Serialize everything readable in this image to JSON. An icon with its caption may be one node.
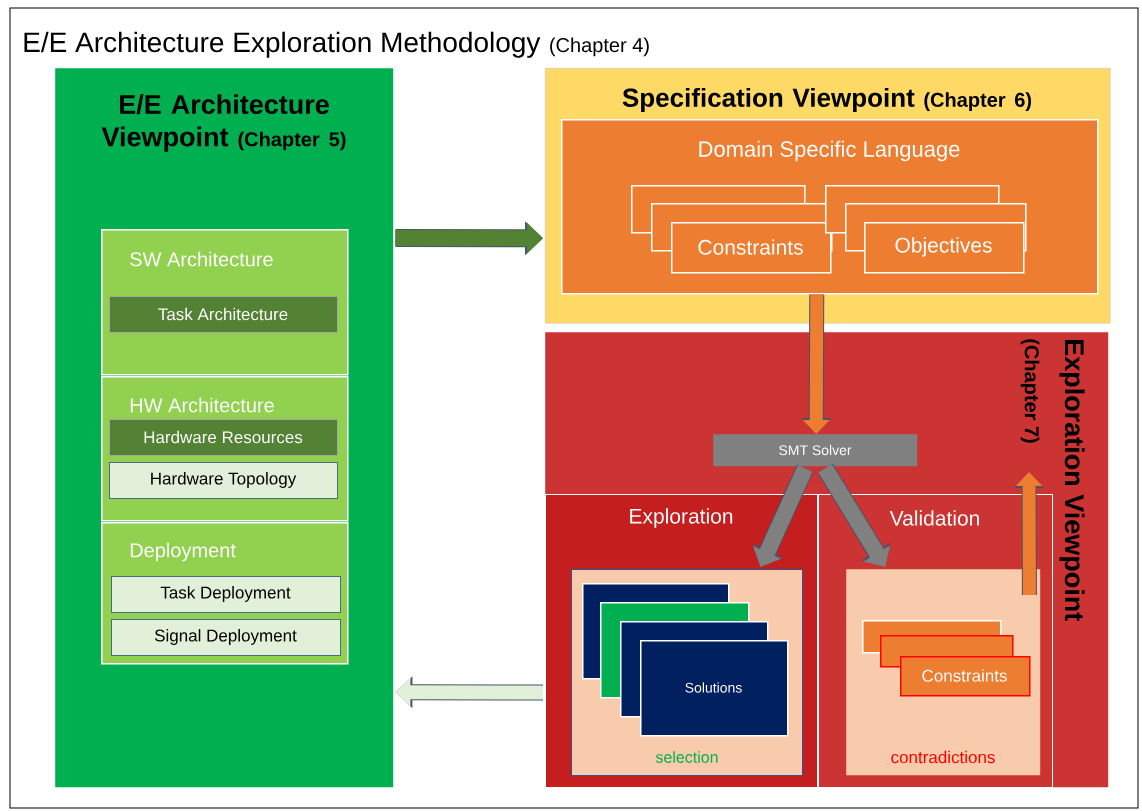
{
  "diagram": {
    "title": "E/E Architecture Exploration Methodology",
    "nodes": [
      {
        "text": [
          "E/E Architecture Viewpoint",
          "(Chapter 5)"
        ]
      },
      {
        "text": [
          "SW Architecture"
        ],
        "in": 0
      },
      {
        "text": [
          "Task Architecture"
        ],
        "in": 1
      },
      {
        "text": [
          "HW Architecture"
        ],
        "in": 0
      },
      {
        "text": [
          "Hardware Resources"
        ],
        "in": 3
      },
      {
        "text": [
          "Hardware Topology"
        ],
        "in": 3
      },
      {
        "text": [
          "Deployment"
        ],
        "in": 0
      },
      {
        "text": [
          "Task Deployment"
        ],
        "in": 6
      },
      {
        "text": [
          "Signal Deployment"
        ],
        "in": 6
      },
      {
        "text": [
          "Specification Viewpoint",
          "(Chapter 6)"
        ]
      },
      {
        "text": [
          "Domain Specific Language"
        ],
        "in": 9
      },
      {
        "text": [],
        "shape": "box",
        "in": 10
      },
      {
        "text": [],
        "shape": "box",
        "in": 10
      },
      {
        "text": [
          "Constraints"
        ],
        "in": 10
      },
      {
        "text": [],
        "shape": "box",
        "in": 10
      },
      {
        "text": [],
        "shape": "box",
        "in": 10
      },
      {
        "text": [
          "Objectives"
        ],
        "in": 10
      },
      {
        "text": [
          "Exploration Viewpoint",
          "(Chapter 7)"
        ]
      },
      {
        "text": [
          "SMT Solver"
        ],
        "in": 17
      },
      {
        "text": [
          "Exploration"
        ],
        "in": 17
      },
      {
        "text": [
          "Validation"
        ],
        "in": 17
      },
      {
        "text": [
          "selection"
        ],
        "in": 19
      },
      {
        "text": [],
        "shape": "box",
        "in": 21
      },
      {
        "text": [],
        "shape": "box",
        "in": 21
      },
      {
        "text": [],
        "shape": "box",
        "in": 21
      },
      {
        "text": [
          "Solutions"
        ],
        "in": 21
      },
      {
        "text": [
          "contradictions"
        ],
        "in": 20
      },
      {
        "text": [],
        "shape": "box",
        "in": 26
      },
      {
        "text": [],
        "shape": "box",
        "in": 26
      },
      {
        "text": [
          "Constraints"
        ],
        "in": 26
      }
    ],
    "edges": [
      {
        "from": 0,
        "to": 9,
        "arrow": "to",
        "color": "#548235"
      },
      {
        "from": 10,
        "to": 18,
        "arrow": "to",
        "color": "#ed7d31"
      },
      {
        "from": 18,
        "to": 21,
        "arrow": "to",
        "color": "#808080"
      },
      {
        "from": 18,
        "to": 26,
        "arrow": "to",
        "color": "#808080"
      },
      {
        "from": 26,
        "to": null,
        "arrow": "to",
        "color": "#ed7d31"
      },
      {
        "from": 19,
        "to": 0,
        "arrow": "to",
        "color": "#e2f0d9"
      }
    ],
    "labels": [
      "(Chapter 4)"
    ]
  }
}
